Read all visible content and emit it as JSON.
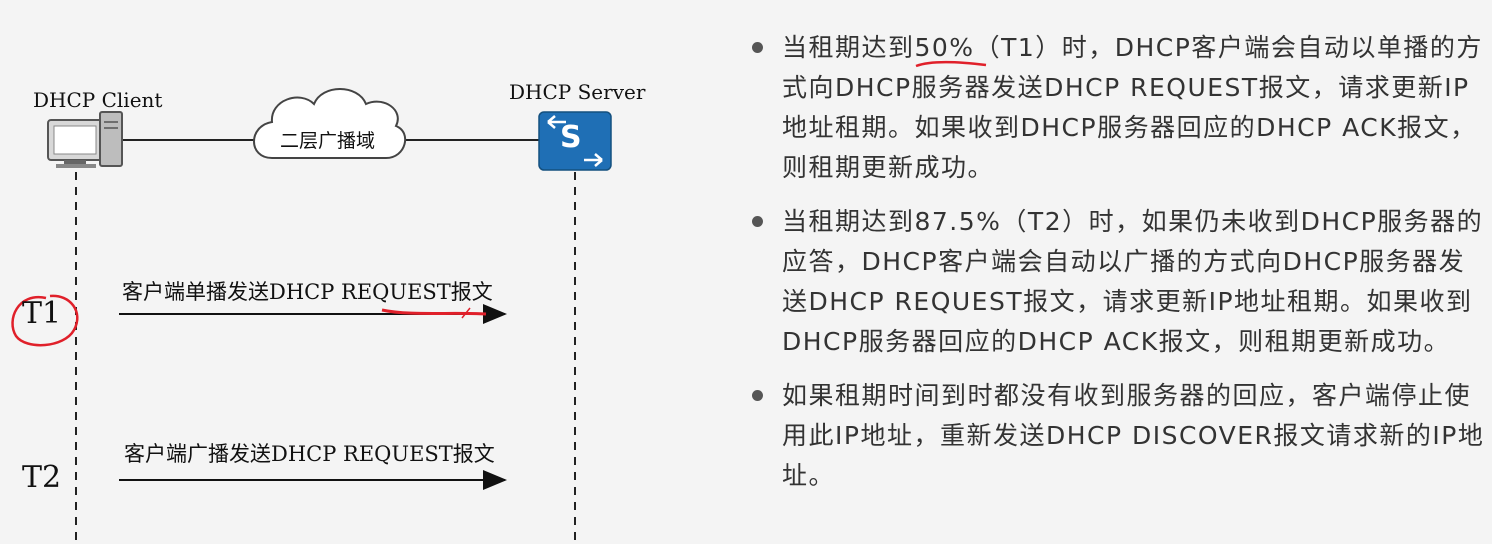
{
  "diagram": {
    "client_label": "DHCP Client",
    "server_label": "DHCP Server",
    "cloud_label": "二层广播域",
    "server_icon_letter": "S",
    "messages": [
      {
        "time": "T1",
        "text": "客户端单播发送DHCP REQUEST报文"
      },
      {
        "time": "T2",
        "text": "客户端广播发送DHCP REQUEST报文"
      }
    ]
  },
  "bullets": [
    "当租期达到50%（T1）时，DHCP客户端会自动以单播的方式向DHCP服务器发送DHCP REQUEST报文，请求更新IP地址租期。如果收到DHCP服务器回应的DHCP ACK报文，则租期更新成功。",
    "当租期达到87.5%（T2）时，如果仍未收到DHCP服务器的应答，DHCP客户端会自动以广播的方式向DHCP服务器发送DHCP REQUEST报文，请求更新IP地址租期。如果收到DHCP服务器回应的DHCP ACK报文，则租期更新成功。",
    "如果租期时间到时都没有收到服务器的回应，客户端停止使用此IP地址，重新发送DHCP DISCOVER报文请求新的IP地址。"
  ],
  "colors": {
    "server_blue": "#1f6fb5",
    "annotation_red": "#e0202a"
  }
}
